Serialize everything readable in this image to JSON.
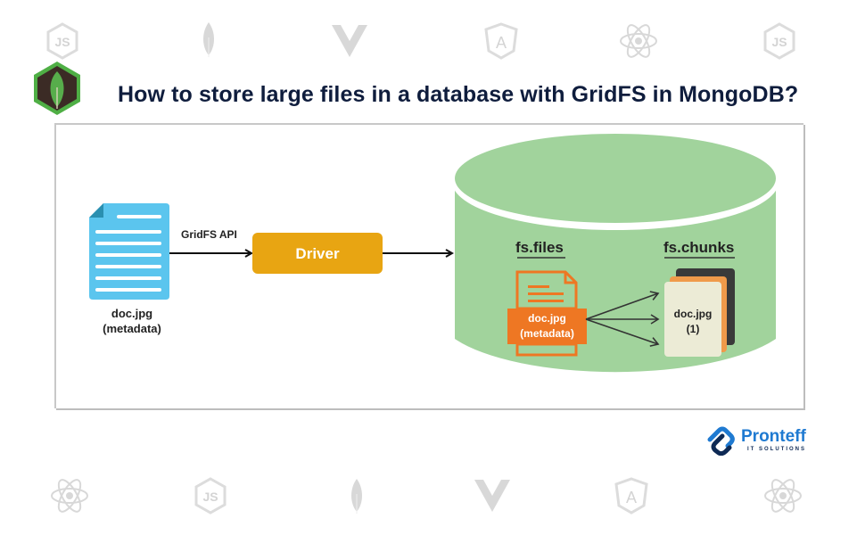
{
  "title": "How to store large files in a database with GridFS in MongoDB?",
  "header_badge_icon": "mongodb-leaf-hexagon-icon",
  "background_icons_top": [
    "nodejs-icon",
    "mongodb-leaf-icon",
    "vue-icon",
    "angular-icon",
    "react-icon",
    "nodejs-icon"
  ],
  "background_icons_bottom": [
    "react-icon",
    "nodejs-icon",
    "mongodb-leaf-icon",
    "vue-icon",
    "angular-icon",
    "react-icon"
  ],
  "diagram": {
    "source_file": {
      "icon": "document-icon",
      "name": "doc.jpg",
      "caption": "(metadata)"
    },
    "api_label": "GridFS API",
    "driver_label": "Driver",
    "database": {
      "icon": "database-cylinder-icon",
      "files_collection": {
        "label": "fs.files",
        "doc_name": "doc.jpg",
        "doc_caption": "(metadata)"
      },
      "chunks_collection": {
        "label": "fs.chunks",
        "chunk_name": "doc.jpg",
        "chunk_index": "(1)"
      }
    },
    "colors": {
      "document_blue": "#5bc5ee",
      "driver_gold": "#e8a512",
      "database_green": "#a1d39c",
      "files_orange": "#ee7723",
      "chunk_cream": "#ecebd6",
      "chunk_dark": "#3a3a3a",
      "title_navy": "#0f1d3d"
    }
  },
  "brand": {
    "name": "Pronteff",
    "tagline": "IT SOLUTIONS"
  }
}
